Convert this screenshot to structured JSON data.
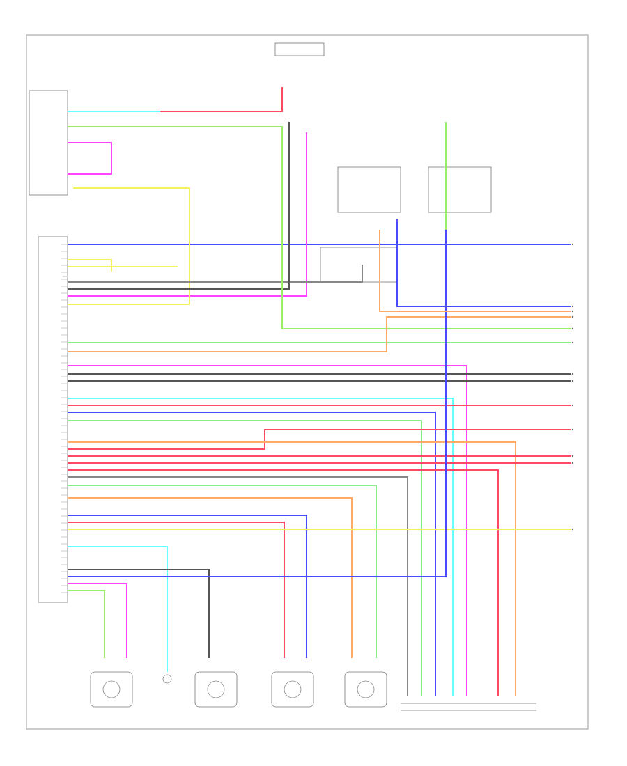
{
  "diagram": {
    "colors": {
      "blue": "#4a4aff",
      "yellow": "#f2f25a",
      "pink": "#ff44ff",
      "red": "#ff4a66",
      "green": "#99ee66",
      "ltgreen": "#88ee88",
      "cyan": "#66ffff",
      "orange": "#ffaa66",
      "gray": "#888888",
      "black": "#555555",
      "white": "#dddddd"
    },
    "wires": [
      {
        "color": "blue"
      },
      {
        "color": "yellow"
      },
      {
        "color": "yellow"
      },
      {
        "color": "white"
      },
      {
        "color": "pink"
      },
      {
        "color": "yellow"
      },
      {
        "color": "gray"
      },
      {
        "color": "black"
      },
      {
        "color": "green"
      },
      {
        "color": "ltgreen"
      },
      {
        "color": "orange"
      },
      {
        "color": "pink"
      },
      {
        "color": "black"
      },
      {
        "color": "black"
      },
      {
        "color": "cyan"
      },
      {
        "color": "red"
      },
      {
        "color": "blue"
      },
      {
        "color": "ltgreen"
      },
      {
        "color": "red"
      },
      {
        "color": "orange"
      },
      {
        "color": "red"
      },
      {
        "color": "red"
      },
      {
        "color": "red"
      },
      {
        "color": "gray"
      },
      {
        "color": "ltgreen"
      },
      {
        "color": "orange"
      },
      {
        "color": "blue"
      },
      {
        "color": "red"
      },
      {
        "color": "yellow"
      },
      {
        "color": "cyan"
      },
      {
        "color": "black"
      },
      {
        "color": "blue"
      },
      {
        "color": "pink"
      },
      {
        "color": "green"
      },
      {
        "color": "red"
      },
      {
        "color": "cyan"
      },
      {
        "color": "pink"
      },
      {
        "color": "blue"
      },
      {
        "color": "green"
      },
      {
        "color": "orange"
      }
    ]
  }
}
